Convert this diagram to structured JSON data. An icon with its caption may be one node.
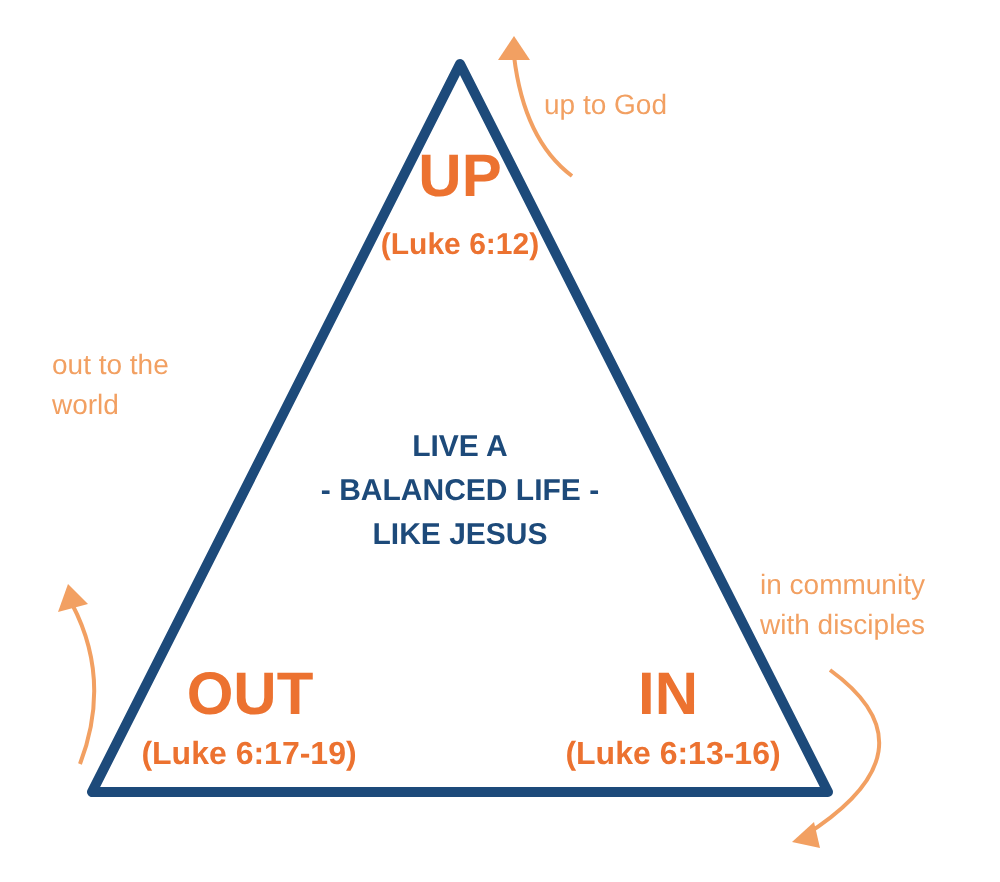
{
  "diagram": {
    "nodes": [
      {
        "text": [
          "UP",
          "(Luke 6:12)",
          "LIVE A",
          "- BALANCED LIFE -",
          "LIKE JESUS",
          "OUT",
          "(Luke 6:17-19)",
          "IN",
          "(Luke 6:13-16)"
        ]
      }
    ],
    "labels": [
      "up to God",
      "out to the world",
      "in community with disciples"
    ]
  }
}
